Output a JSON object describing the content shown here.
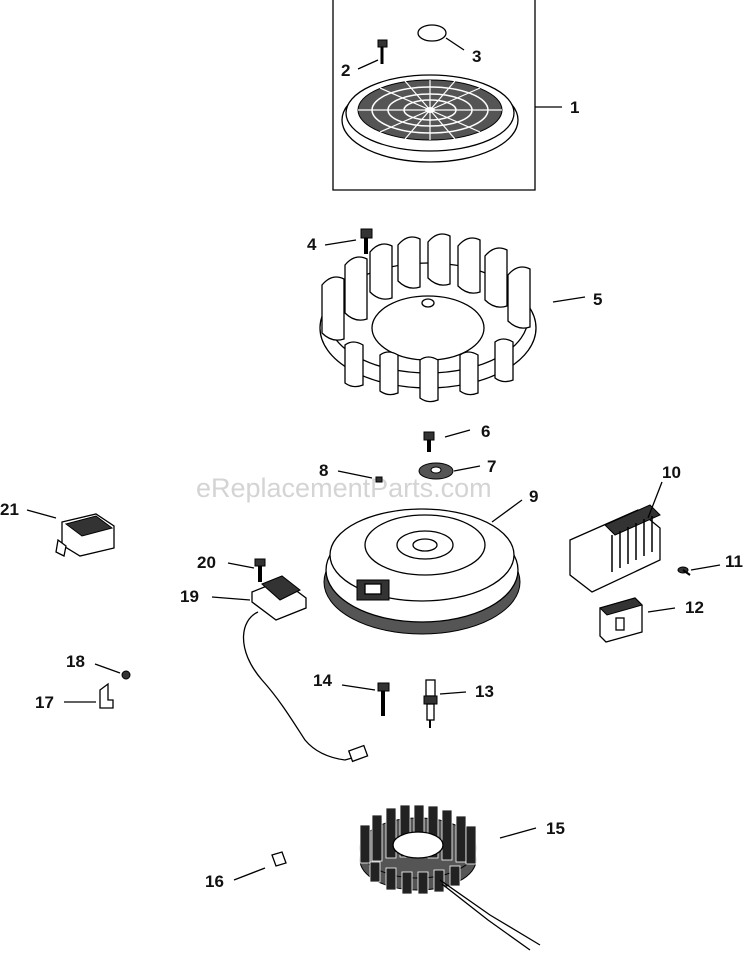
{
  "watermark": "eReplacementParts.com",
  "callouts": [
    {
      "num": "1",
      "part": "blower-housing-screen"
    },
    {
      "num": "2",
      "part": "screw"
    },
    {
      "num": "3",
      "part": "decal"
    },
    {
      "num": "4",
      "part": "bolt"
    },
    {
      "num": "5",
      "part": "fan"
    },
    {
      "num": "6",
      "part": "flywheel-screw"
    },
    {
      "num": "7",
      "part": "washer"
    },
    {
      "num": "8",
      "part": "key"
    },
    {
      "num": "9",
      "part": "flywheel"
    },
    {
      "num": "10",
      "part": "rectifier-regulator"
    },
    {
      "num": "11",
      "part": "screw"
    },
    {
      "num": "12",
      "part": "connector"
    },
    {
      "num": "13",
      "part": "spark-plug"
    },
    {
      "num": "14",
      "part": "screw"
    },
    {
      "num": "15",
      "part": "stator"
    },
    {
      "num": "16",
      "part": "clip"
    },
    {
      "num": "17",
      "part": "bracket"
    },
    {
      "num": "18",
      "part": "nut"
    },
    {
      "num": "19",
      "part": "ignition-module"
    },
    {
      "num": "20",
      "part": "screw"
    },
    {
      "num": "21",
      "part": "kill-switch"
    }
  ]
}
